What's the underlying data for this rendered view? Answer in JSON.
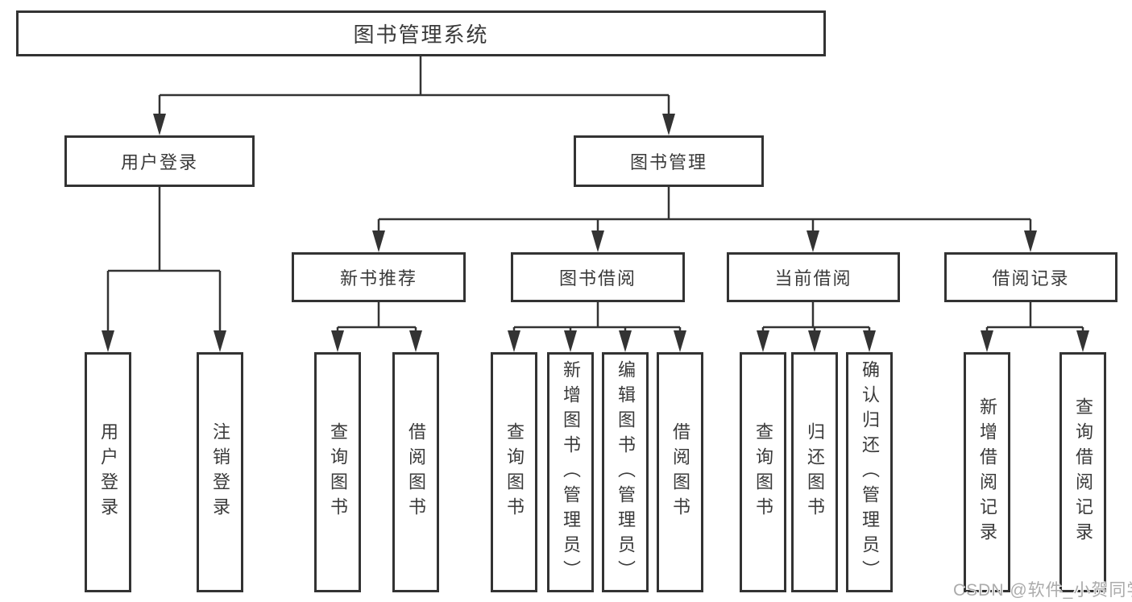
{
  "diagram": {
    "title": "图书管理系统",
    "type": "functional-structure-tree",
    "tree": {
      "root": {
        "label": "图书管理系统"
      },
      "children": [
        {
          "label": "用户登录",
          "children": [
            {
              "label": "用户登录"
            },
            {
              "label": "注销登录"
            }
          ]
        },
        {
          "label": "图书管理",
          "children": [
            {
              "label": "新书推荐",
              "children": [
                {
                  "label": "查询图书"
                },
                {
                  "label": "借阅图书"
                }
              ]
            },
            {
              "label": "图书借阅",
              "children": [
                {
                  "label": "查询图书"
                },
                {
                  "label": "新增图书（管理员）"
                },
                {
                  "label": "编辑图书（管理员）"
                },
                {
                  "label": "借阅图书"
                }
              ]
            },
            {
              "label": "当前借阅",
              "children": [
                {
                  "label": "查询图书"
                },
                {
                  "label": "归还图书"
                },
                {
                  "label": "确认归还（管理员）"
                }
              ]
            },
            {
              "label": "借阅记录",
              "children": [
                {
                  "label": "新增借阅记录"
                },
                {
                  "label": "查询借阅记录"
                }
              ]
            }
          ]
        }
      ]
    },
    "colors": {
      "line": "#333333",
      "box_border": "#333333",
      "text": "#3a3a3a",
      "background": "#ffffff",
      "watermark": "#ababab"
    }
  },
  "watermark": {
    "text": "CSDN @软件_小贺同学"
  }
}
